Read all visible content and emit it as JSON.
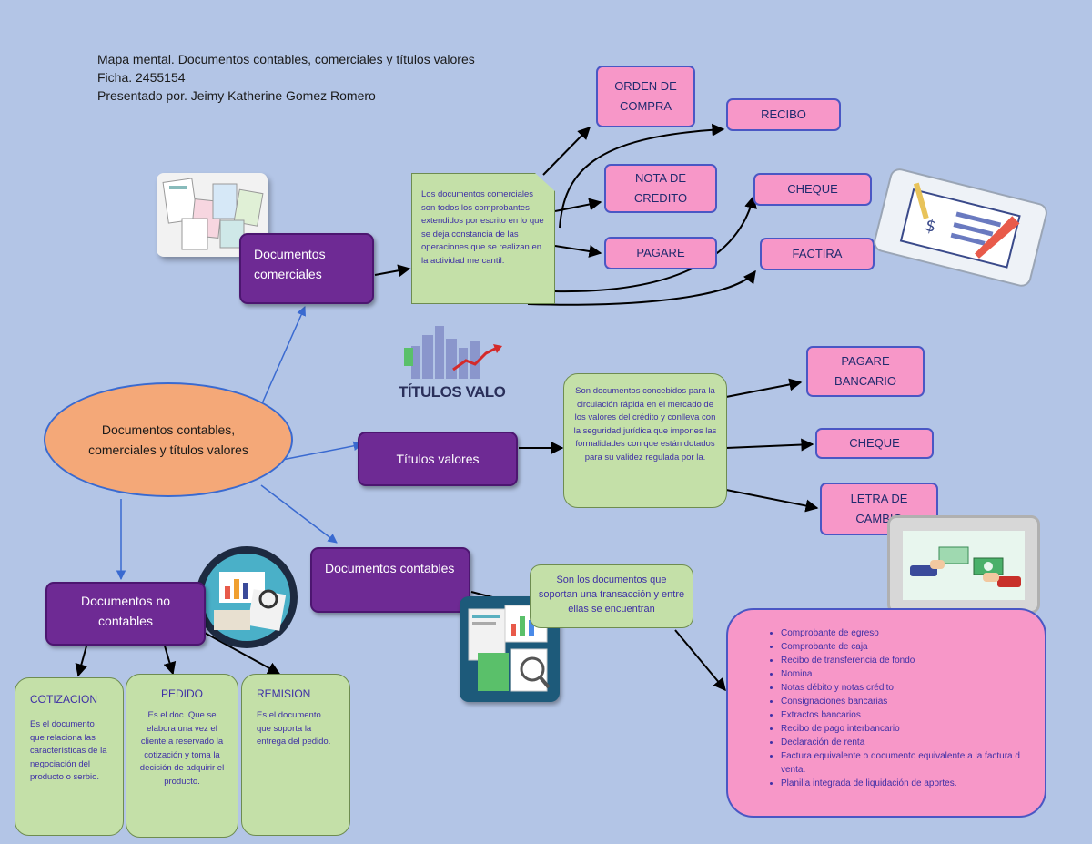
{
  "header": {
    "line1": "Mapa mental. Documentos contables, comerciales y títulos valores",
    "line2": "Ficha. 2455154",
    "line3": "Presentado por. Jeimy Katherine Gomez Romero"
  },
  "central": {
    "label": "Documentos contables, comerciales y títulos valores"
  },
  "comerciales": {
    "label": "Documentos comerciales",
    "description": "Los documentos comerciales son todos los comprobantes extendidos por escrito en lo que se deja constancia de las operaciones que se realizan en la actividad mercantil.",
    "items": [
      "ORDEN DE COMPRA",
      "RECIBO",
      "NOTA DE CREDITO",
      "CHEQUE",
      "PAGARE",
      "FACTIRA"
    ]
  },
  "titulos": {
    "label": "Títulos valores",
    "logo_text": "TÍTULOS VALORES",
    "description": "Son documentos concebidos para la circulación rápida en el mercado de los valores del crédito y conlleva con la seguridad jurídica que impones las formalidades con que están dotados para su validez regulada por la.",
    "items": [
      "PAGARE BANCARIO",
      "CHEQUE",
      "LETRA DE CAMBIO"
    ]
  },
  "contables": {
    "label": "Documentos contables",
    "description": "Son los documentos que soportan una transacción y entre ellas se encuentran",
    "list": [
      "Comprobante de egreso",
      "Comprobante de caja",
      "Recibo de transferencia de fondo",
      "Nomina",
      "Notas débito y notas crédito",
      "Consignaciones bancarias",
      "Extractos bancarios",
      "Recibo de pago interbancario",
      "Declaración de renta",
      "Factura equivalente o documento equivalente a la factura d venta.",
      "Planilla integrada de liquidación de aportes."
    ]
  },
  "no_contables": {
    "label": "Documentos no contables",
    "cotizacion": {
      "title": "COTIZACION",
      "text": "Es el documento que relaciona las características de la negociación del producto o serbio."
    },
    "pedido": {
      "title": "PEDIDO",
      "text": "Es el doc. Que se elabora una vez el cliente a reservado la cotización y toma la decisión de adquirir el producto."
    },
    "remision": {
      "title": "REMISION",
      "text": "Es el documento que soporta la entrega del pedido."
    }
  },
  "colors": {
    "background": "#b3c5e6",
    "purple": "#6e2a94",
    "pink": "#f797c8",
    "green": "#c4e0a8",
    "ellipse": "#f4a878",
    "line_blue": "#3a6ad0"
  }
}
